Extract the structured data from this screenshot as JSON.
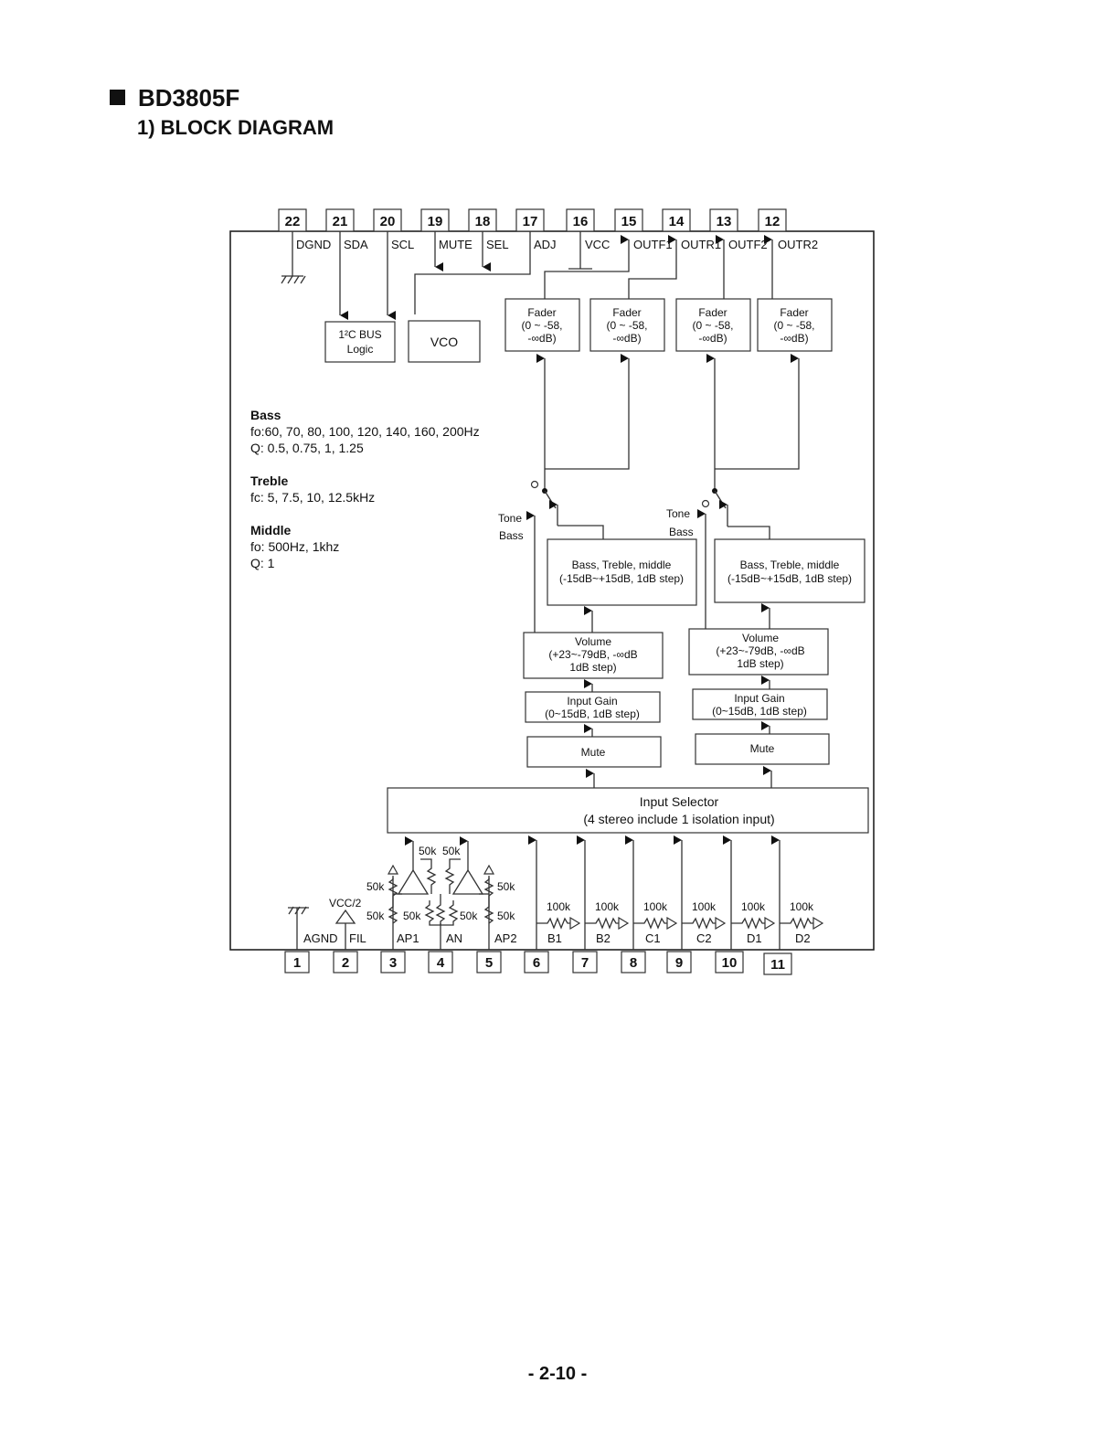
{
  "heading": {
    "chip": "BD3805F",
    "section": "1) BLOCK DIAGRAM"
  },
  "top_pins": [
    {
      "num": "22",
      "label": "DGND"
    },
    {
      "num": "21",
      "label": "SDA"
    },
    {
      "num": "20",
      "label": "SCL"
    },
    {
      "num": "19",
      "label": "MUTE"
    },
    {
      "num": "18",
      "label": "SEL"
    },
    {
      "num": "17",
      "label": "ADJ"
    },
    {
      "num": "16",
      "label": "VCC"
    },
    {
      "num": "15",
      "label": "OUTF1"
    },
    {
      "num": "14",
      "label": "OUTR1"
    },
    {
      "num": "13",
      "label": "OUTF2"
    },
    {
      "num": "12",
      "label": "OUTR2"
    }
  ],
  "bottom_pins": [
    {
      "num": "1",
      "label": "AGND"
    },
    {
      "num": "2",
      "label": "FIL"
    },
    {
      "num": "3",
      "label": "AP1"
    },
    {
      "num": "4",
      "label": "AN"
    },
    {
      "num": "5",
      "label": "AP2"
    },
    {
      "num": "6",
      "label": "B1"
    },
    {
      "num": "7",
      "label": "B2"
    },
    {
      "num": "8",
      "label": "C1"
    },
    {
      "num": "9",
      "label": "C2"
    },
    {
      "num": "10",
      "label": "D1"
    },
    {
      "num": "11",
      "label": "D2"
    }
  ],
  "blocks": {
    "i2c": [
      "1²C BUS",
      "Logic"
    ],
    "vco": "VCO",
    "fader": [
      "Fader",
      "(0 ~ -58,",
      "-∞dB)"
    ],
    "tone": [
      "Bass, Treble, middle",
      "(-15dB~+15dB, 1dB step)"
    ],
    "volume": [
      "Volume",
      "(+23~-79dB, -∞dB",
      "1dB step)"
    ],
    "input_gain": [
      "Input Gain",
      "(0~15dB, 1dB step)"
    ],
    "mute": "Mute",
    "input_selector": [
      "Input Selector",
      "(4 stereo include 1 isolation input)"
    ]
  },
  "switch_labels": {
    "tone": "Tone",
    "bass": "Bass"
  },
  "notes": {
    "bass_title": "Bass",
    "bass_fo": "fo:60, 70, 80, 100, 120, 140, 160, 200Hz",
    "bass_q": "Q: 0.5, 0.75, 1, 1.25",
    "treble_title": "Treble",
    "treble_fc": "fc: 5, 7.5, 10, 12.5kHz",
    "middle_title": "Middle",
    "middle_fo": "fo: 500Hz, 1khz",
    "middle_q": "Q: 1"
  },
  "resistors": {
    "r50k": "50k",
    "r100k": "100k"
  },
  "vcc_half": "VCC/2",
  "page_number": "- 2-10 -"
}
